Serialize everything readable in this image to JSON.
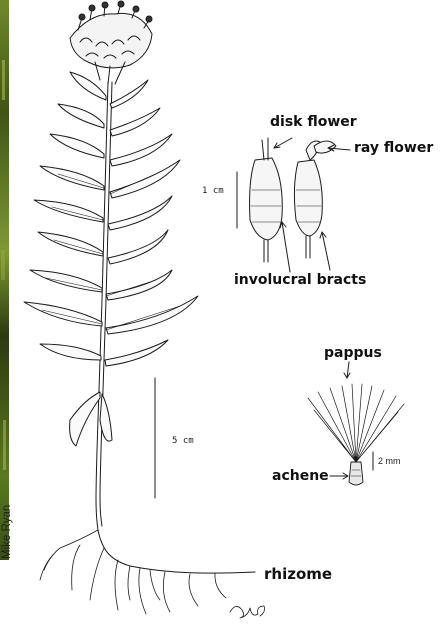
{
  "credit": "Mike Ryan",
  "labels": {
    "disk_flower": "disk flower",
    "ray_flower": "ray flower",
    "involucral_bracts": "involucral bracts",
    "pappus": "pappus",
    "achene": "achene",
    "rhizome": "rhizome"
  },
  "scales": {
    "plant": "5 cm",
    "flower_head": "1 cm",
    "achene": "2 mm"
  },
  "signature": "CAd",
  "colors": {
    "ink": "#1a1a1a",
    "photo_green": "#5a7a1e",
    "photo_dark": "#2d3a10"
  }
}
